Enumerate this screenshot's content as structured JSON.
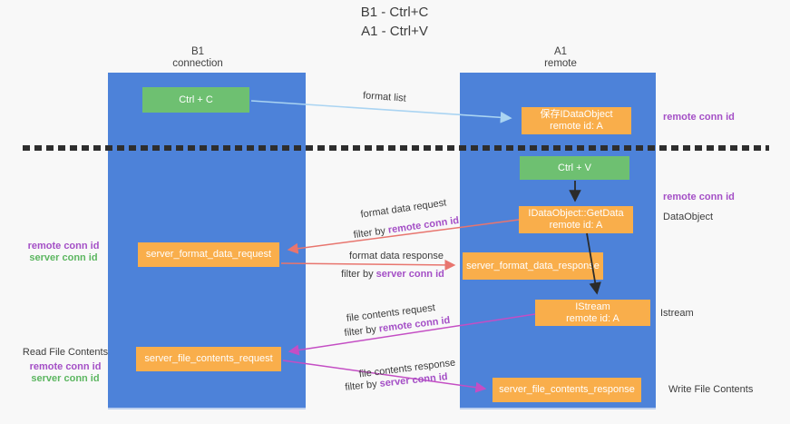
{
  "title": {
    "line1": "B1 - Ctrl+C",
    "line2": "A1 - Ctrl+V"
  },
  "lanes": {
    "left": {
      "name": "B1",
      "subtitle": "connection"
    },
    "right": {
      "name": "A1",
      "subtitle": "remote"
    }
  },
  "nodes": {
    "ctrl_c": "Ctrl + C",
    "ctrl_v": "Ctrl + V",
    "save_idataobject": {
      "line1": "保存IDataObject",
      "line2": "remote id: A"
    },
    "getdata": {
      "line1": "IDataObject::GetData",
      "line2": "remote id: A"
    },
    "istream": {
      "line1": "IStream",
      "line2": "remote id: A"
    },
    "server_format_data_request": "server_format_data_request",
    "server_format_data_response": "server_format_data_response",
    "server_file_contents_request": "server_file_contents_request",
    "server_file_contents_response": "server_file_contents_response"
  },
  "edge_labels": {
    "format_list": "format list",
    "format_data_request": "format data request",
    "format_data_response": "format data response",
    "file_contents_request": "file contents request",
    "file_contents_response": "file contents response",
    "filter_by": "filter by",
    "remote_conn_id": "remote conn id",
    "server_conn_id": "server conn id"
  },
  "side_labels": {
    "right_remote_conn_id_top": "remote conn id",
    "right_remote_conn_id_mid": "remote conn id",
    "data_object": "DataObject",
    "istream": "Istream",
    "write_file_contents": "Write File Contents",
    "left_remote_conn_id_top": "remote conn id",
    "left_server_conn_id_top": "server conn id",
    "read_file_contents": "Read File Contents",
    "left_remote_conn_id_bottom": "remote conn id",
    "left_server_conn_id_bottom": "server conn id"
  },
  "colors": {
    "lane_blue": "#4d82d9",
    "node_green": "#6ec071",
    "node_orange": "#f9ae4b",
    "arrow_light_blue": "#aad4f2",
    "arrow_salmon": "#e8756e",
    "arrow_magenta": "#c44ec4",
    "arrow_black": "#2b2b2b",
    "label_purple": "#a44fc6",
    "label_green": "#5cb660",
    "dash_line": "#2e2e2e",
    "background": "#f8f8f8"
  }
}
